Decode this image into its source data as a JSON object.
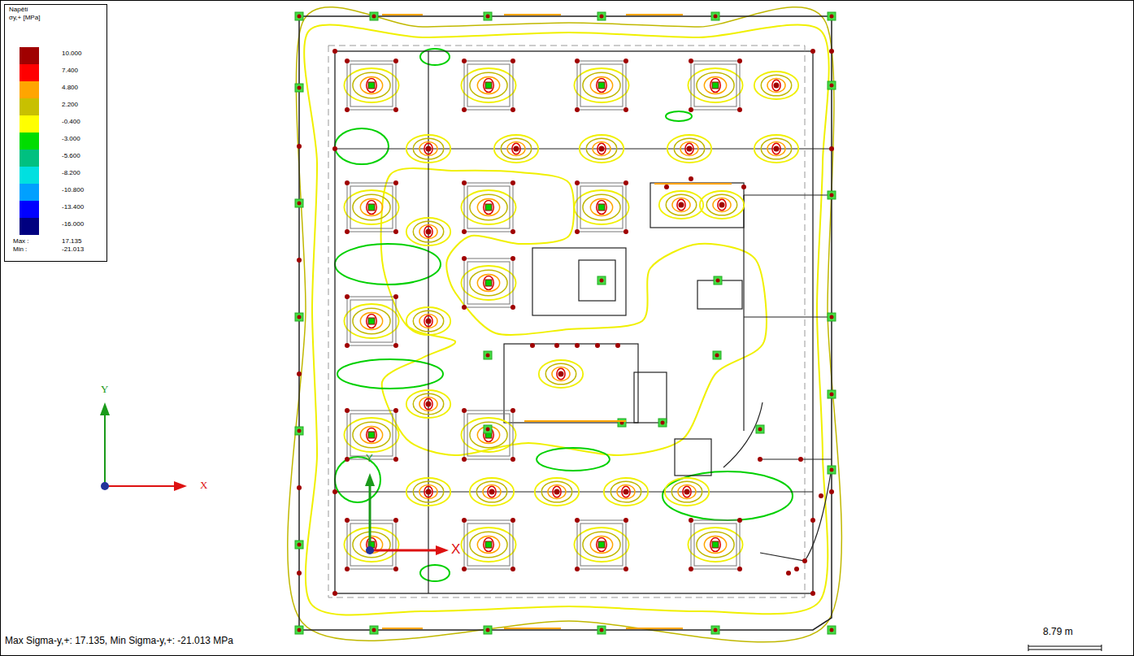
{
  "diagram": {
    "caption": "Max Sigma-y,+: 17.135, Min Sigma-y,+: -21.013 MPa",
    "labels": [
      "Napětí",
      "σy,+ [MPa]",
      "Max :",
      "17.135",
      "Min :",
      "-21.013",
      "Y",
      "X",
      "Y",
      "X",
      "8.79 m"
    ],
    "legend": [
      {
        "text": "10.000",
        "color": "#a00000"
      },
      {
        "text": "7.400",
        "color": "#ff0000"
      },
      {
        "text": "4.800",
        "color": "#ffa500"
      },
      {
        "text": "2.200",
        "color": "#c8c000"
      },
      {
        "text": "-0.400",
        "color": "#ffff00"
      },
      {
        "text": "-3.000",
        "color": "#00dd00"
      },
      {
        "text": "-5.600",
        "color": "#00c080"
      },
      {
        "text": "-8.200",
        "color": "#00e0e0"
      },
      {
        "text": "-10.800",
        "color": "#00a0ff"
      },
      {
        "text": "-13.400",
        "color": "#0000ff"
      },
      {
        "text": "-16.000",
        "color": "#000080"
      }
    ]
  }
}
